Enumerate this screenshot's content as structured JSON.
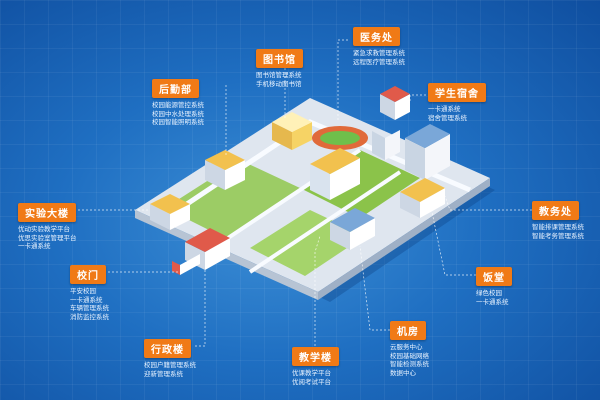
{
  "colors": {
    "background": "#1f6fc2",
    "tag": "#f07a16",
    "platform": "#f4f7fb",
    "road": "#cfd8e3",
    "grass": "#8bc34a"
  },
  "callouts": {
    "yiwuchu": {
      "title": "医务处",
      "items": [
        "紧急求救管理系统",
        "远程医疗管理系统"
      ]
    },
    "tushuguan": {
      "title": "图书馆",
      "items": [
        "图书馆管理系统",
        "手机移动图书馆"
      ]
    },
    "houqinbu": {
      "title": "后勤部",
      "items": [
        "校园能源管控系统",
        "校园中水处理系统",
        "校园智能照明系统"
      ]
    },
    "xuesheng": {
      "title": "学生宿舍",
      "items": [
        "一卡通系统",
        "宿舍管理系统"
      ]
    },
    "shiyan": {
      "title": "实验大楼",
      "items": [
        "优动实验教学平台",
        "优思实验室管理平台",
        "一卡通系统"
      ]
    },
    "jiaowuchu": {
      "title": "教务处",
      "items": [
        "智能排课管理系统",
        "智能考务管理系统"
      ]
    },
    "xiaomen": {
      "title": "校门",
      "items": [
        "平安校园",
        "一卡通系统",
        "车辆管理系统",
        "消防监控系统"
      ]
    },
    "fantang": {
      "title": "饭堂",
      "items": [
        "绿色校园",
        "一卡通系统"
      ]
    },
    "jifang": {
      "title": "机房",
      "items": [
        "云服务中心",
        "校园基础网络",
        "智能检测系统",
        "数据中心"
      ]
    },
    "xingzheng": {
      "title": "行政楼",
      "items": [
        "校园户籍管理系统",
        "迎新管理系统"
      ]
    },
    "jiaoxue": {
      "title": "教学楼",
      "items": [
        "优课教学平台",
        "优阅考试平台"
      ]
    }
  }
}
